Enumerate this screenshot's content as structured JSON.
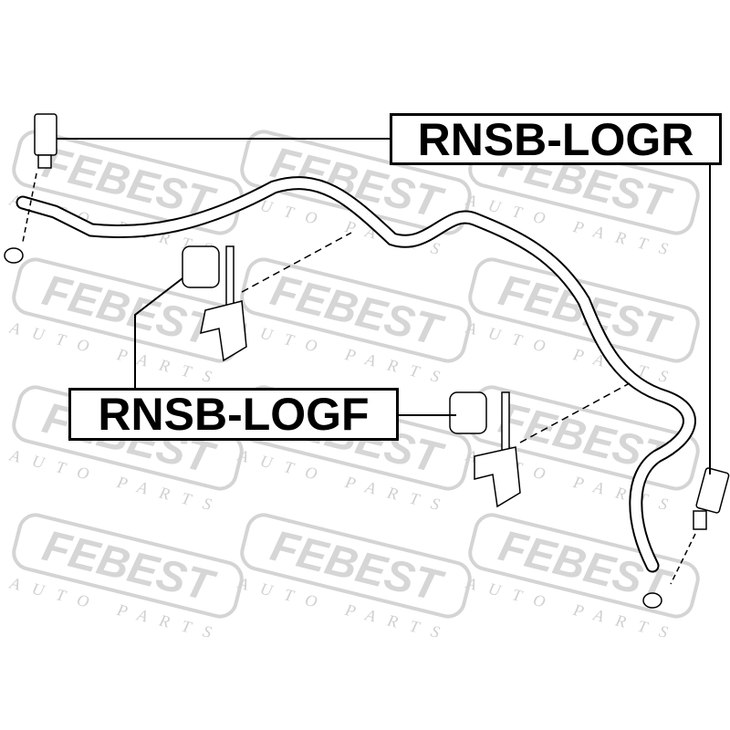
{
  "watermark": {
    "brand": "FEBEST",
    "tagline": "AUTO PARTS"
  },
  "labels": {
    "rear": "RNSB-LOGR",
    "front": "RNSB-LOGF"
  }
}
